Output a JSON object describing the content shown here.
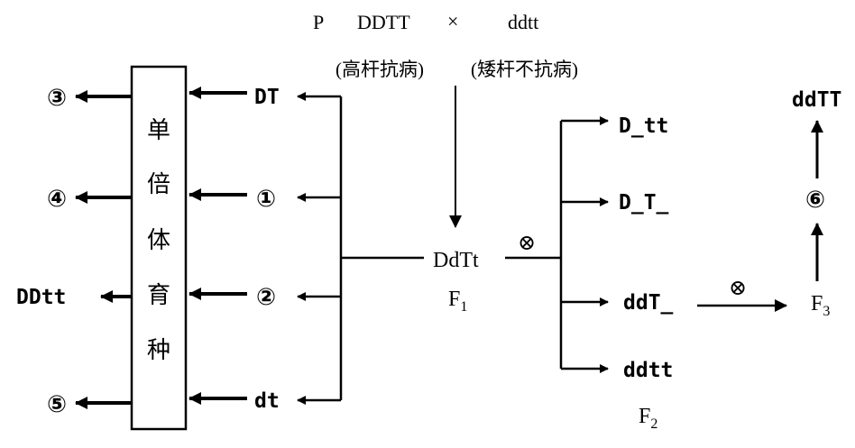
{
  "header": {
    "p_label": "P",
    "parent1_genotype": "DDTT",
    "cross_symbol": "×",
    "parent2_genotype": "ddtt",
    "parent1_phenotype": "(高杆抗病)",
    "parent2_phenotype": "(矮杆不抗病)"
  },
  "f1": {
    "genotype": "DdTt",
    "label_base": "F",
    "label_sub": "1",
    "self_symbol": "⊗"
  },
  "gametes": [
    "DT",
    "①",
    "②",
    "dt"
  ],
  "haploid_box": {
    "chars": [
      "单",
      "倍",
      "体",
      "育",
      "种"
    ]
  },
  "haploid_outputs": [
    "③",
    "④",
    "DDtt",
    "⑤"
  ],
  "f2": {
    "genotypes": [
      "D_tt",
      "D_T_",
      "ddT_",
      "ddtt"
    ],
    "label_base": "F",
    "label_sub": "2"
  },
  "f3": {
    "self_symbol": "⊗",
    "label_base": "F",
    "label_sub": "3",
    "intermediate": "⑥",
    "result": "ddTT"
  }
}
